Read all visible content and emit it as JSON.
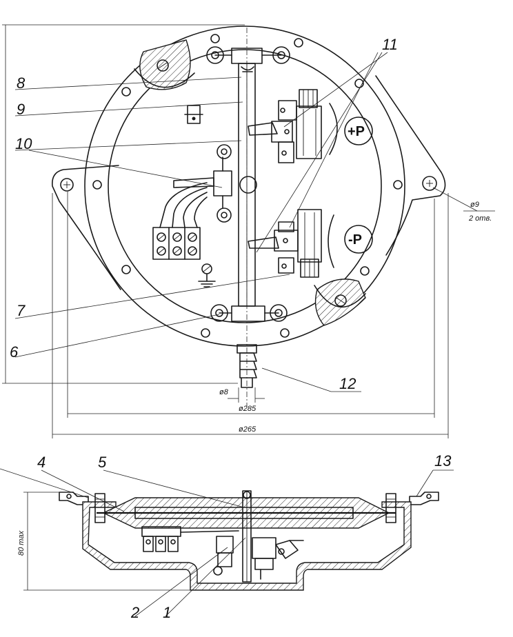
{
  "callouts": {
    "c1": "1",
    "c2": "2",
    "c4": "4",
    "c5": "5",
    "c6": "6",
    "c7": "7",
    "c8": "8",
    "c9": "9",
    "c10": "10",
    "c11": "11",
    "c12": "12",
    "c13": "13"
  },
  "markings": {
    "plus_p": "+P",
    "minus_p": "-P"
  },
  "dimensions": {
    "hole_diameter": "ø9",
    "hole_count": "2 отв.",
    "fitting_diameter": "ø8",
    "body_diameter": "ø285",
    "outer_diameter": "ø265",
    "max_height": "80 max"
  }
}
